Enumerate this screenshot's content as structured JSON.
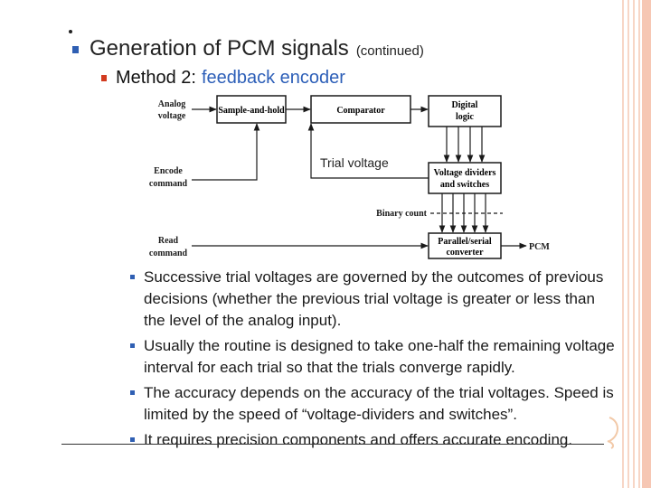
{
  "slide": {
    "title": "Generation of PCM signals",
    "title_suffix": "(continued)",
    "method_label": "Method 2:",
    "method_value": "feedback encoder"
  },
  "diagram": {
    "blocks": {
      "sample_hold": "Sample-and-hold",
      "comparator": "Comparator",
      "digital_logic_1": "Digital",
      "digital_logic_2": "logic",
      "voltage_dividers_1": "Voltage dividers",
      "voltage_dividers_2": "and switches",
      "converter_1": "Parallel/serial",
      "converter_2": "converter"
    },
    "signals": {
      "analog_1": "Analog",
      "analog_2": "voltage",
      "encode_1": "Encode",
      "encode_2": "command",
      "read_1": "Read",
      "read_2": "command",
      "trial_voltage": "Trial voltage",
      "binary_count": "Binary count",
      "pcm": "PCM"
    }
  },
  "bullets": [
    "Successive trial voltages are governed by the outcomes of previous decisions (whether the previous trial voltage is greater or less than the level of the analog input).",
    "Usually the routine is designed to take one-half the remaining voltage interval for each trial so that the trials converge rapidly.",
    "The accuracy depends on the accuracy of the trial voltages. Speed is limited by the speed of “voltage-dividers and switches”.",
    "It requires precision components and offers accurate encoding."
  ],
  "colors": {
    "title_bullet": "#2f5fb3",
    "method_bullet": "#d23a1f",
    "text_bullet": "#2f5fb3",
    "accent_text": "#2d5fb8",
    "edge_stripe": "#f6c7b4"
  }
}
